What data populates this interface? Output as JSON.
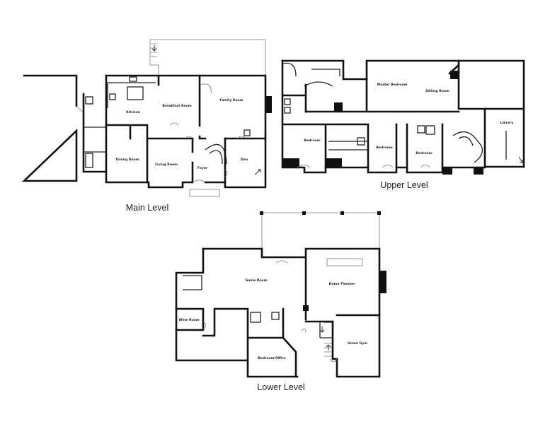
{
  "levels": {
    "main": {
      "title": "Main Level",
      "rooms": {
        "kitchen": "Kitchen",
        "breakfast": "Breakfast Room",
        "family": "Family Room",
        "dining": "Dining Room",
        "living": "Living Room",
        "foyer": "Foyer",
        "den": "Den"
      }
    },
    "upper": {
      "title": "Upper Level",
      "rooms": {
        "master": "Master Bedroom",
        "sitting": "Sitting Room",
        "bedroom1": "Bedroom",
        "bedroom2": "Bedroom",
        "bedroom3": "Bedroom",
        "library": "Library"
      }
    },
    "lower": {
      "title": "Lower Level",
      "rooms": {
        "game": "Game Room",
        "theater": "Home Theater",
        "wine": "Wine Room",
        "office": "Bedroom/Office",
        "gym": "Home Gym"
      }
    }
  },
  "colors": {
    "wall": "#111111",
    "background": "#ffffff"
  }
}
